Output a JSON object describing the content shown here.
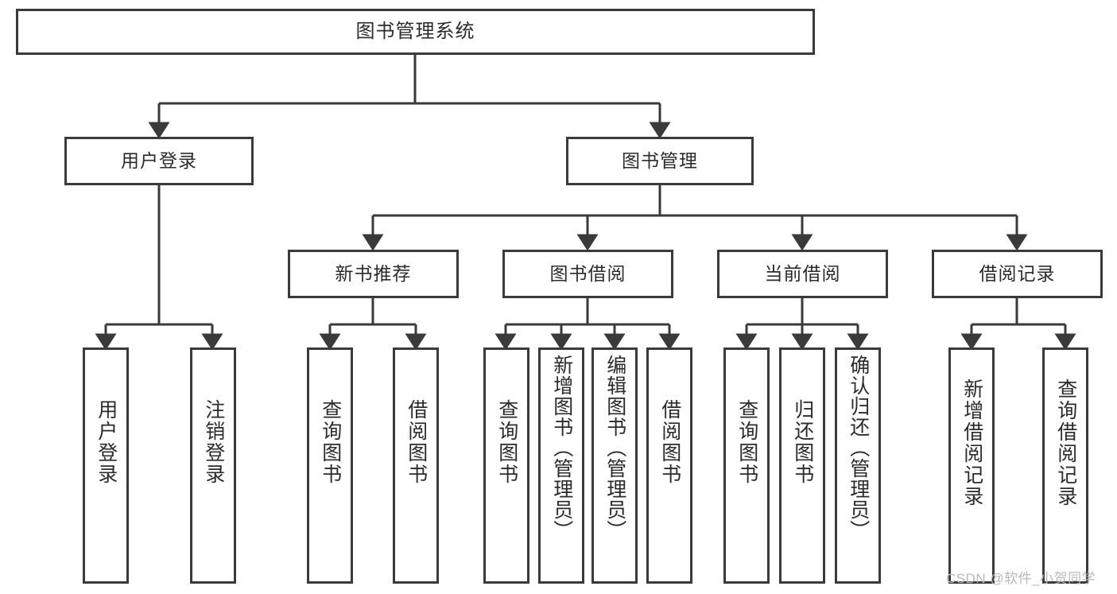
{
  "diagram": {
    "title": "图书管理系统",
    "type": "tree-hierarchy-chart",
    "colors": {
      "stroke": "#3a3a3a",
      "text": "#2b2b2b",
      "background": "#ffffff",
      "watermark": "#b9b9b9"
    },
    "root": {
      "label": "图书管理系统"
    },
    "level2": [
      {
        "label": "用户登录"
      },
      {
        "label": "图书管理"
      }
    ],
    "level3": [
      {
        "label": "新书推荐"
      },
      {
        "label": "图书借阅"
      },
      {
        "label": "当前借阅"
      },
      {
        "label": "借阅记录"
      }
    ],
    "leaves": {
      "user_login": [
        {
          "label": "用户登录"
        },
        {
          "label": "注销登录"
        }
      ],
      "new_book_recommend": [
        {
          "label": "查询图书"
        },
        {
          "label": "借阅图书"
        }
      ],
      "book_borrow": [
        {
          "label": "查询图书"
        },
        {
          "label": "新增图书（管理员）"
        },
        {
          "label": "编辑图书（管理员）"
        },
        {
          "label": "借阅图书"
        }
      ],
      "current_borrow": [
        {
          "label": "查询图书"
        },
        {
          "label": "归还图书"
        },
        {
          "label": "确认归还（管理员）"
        }
      ],
      "borrow_record": [
        {
          "label": "新增借阅记录"
        },
        {
          "label": "查询借阅记录"
        }
      ]
    },
    "watermark": "CSDN @软件_小贺同学"
  }
}
